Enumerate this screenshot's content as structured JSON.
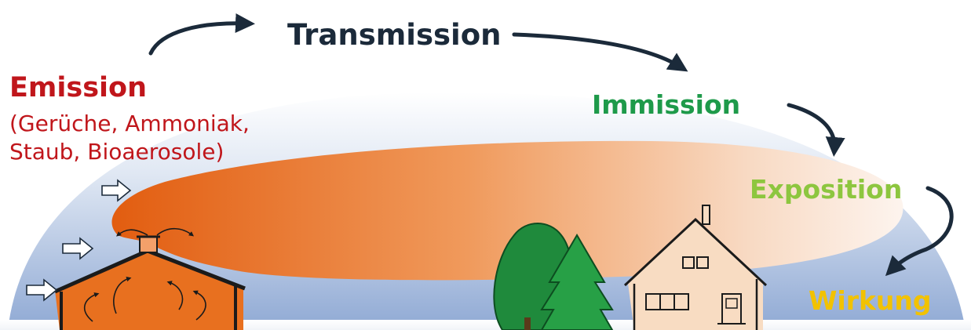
{
  "labels": {
    "transmission": "Transmission",
    "emission": "Emission",
    "emission_detail_line1": "(Gerüche, Ammoniak,",
    "emission_detail_line2": "Staub, Bioaerosole)",
    "immission": "Immission",
    "exposition": "Exposition",
    "wirkung": "Wirkung"
  },
  "colors": {
    "transmission": "#1b2a3a",
    "emission": "#c0161b",
    "immission": "#1e9a4a",
    "exposition": "#8dc63f",
    "wirkung": "#f2c200",
    "arrow": "#1b2a3a",
    "plume": "#e8691b",
    "barn": "#e8701f",
    "sky": "#a9bfe0",
    "tree": "#1f8a3c"
  },
  "icons": {
    "wind": "hollow-arrow-icon",
    "flow": "curved-arrow-icon"
  }
}
